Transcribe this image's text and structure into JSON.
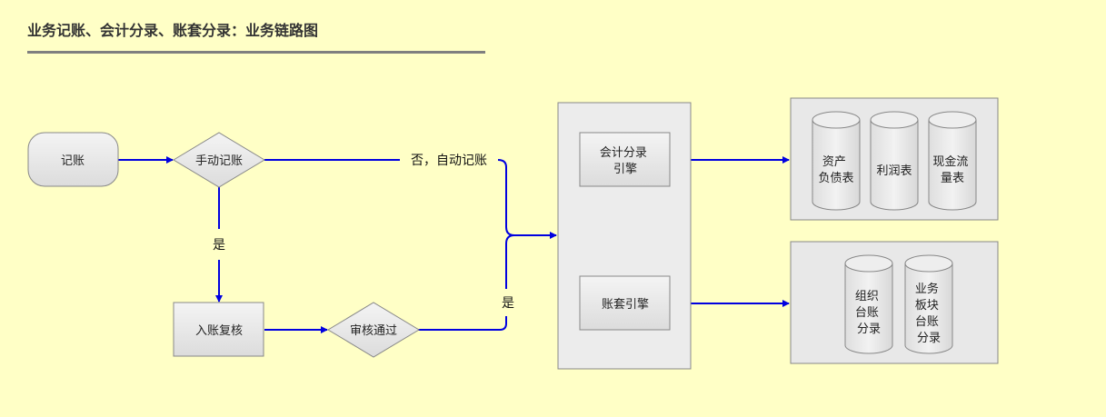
{
  "title": "业务记账、会计分录、账套分录：业务链路图",
  "nodes": {
    "bookkeeping": "记账",
    "manual_entry": "手动记账",
    "entry_review": "入账复核",
    "review_passed": "审核通过",
    "accounting_engine": [
      "会计分录",
      "引擎"
    ],
    "ledger_engine": "账套引擎",
    "balance_sheet": [
      "资产",
      "负债表"
    ],
    "income_statement": [
      "利润表"
    ],
    "cash_flow": [
      "现金流",
      "量表"
    ],
    "org_ledger_entry": [
      "组织",
      "台账",
      "分录"
    ],
    "biz_block_ledger_entry": [
      "业务",
      "板块",
      "台账",
      "分录"
    ]
  },
  "edge_labels": {
    "no_auto": "否，自动记账",
    "yes_manual": "是",
    "yes_passed": "是"
  },
  "colors": {
    "background": "#ffffc6",
    "arrow": "#0000e0",
    "node_fill": "#e6e6e6",
    "node_stroke": "#888888",
    "container_fill": "#ececec"
  }
}
